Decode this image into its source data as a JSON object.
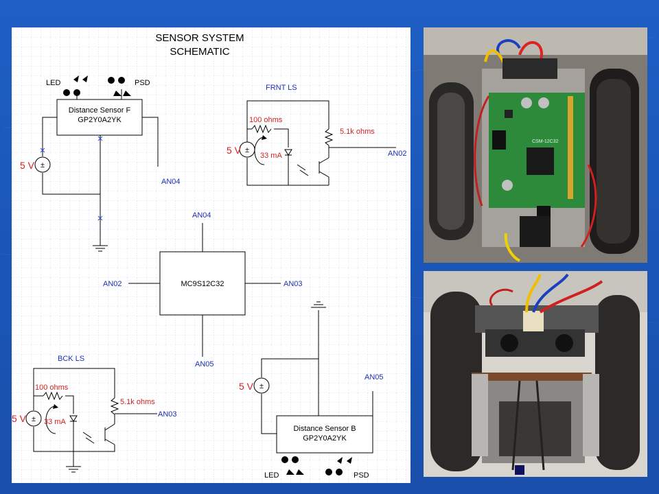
{
  "schematic": {
    "title_line1": "SENSOR SYSTEM",
    "title_line2": "SCHEMATIC",
    "front_sensor": {
      "box_line1": "Distance Sensor F",
      "box_line2": "GP2Y0A2YK",
      "led_label": "LED",
      "psd_label": "PSD",
      "supply_label": "5 V",
      "output_label": "AN04"
    },
    "front_light_sensor": {
      "title": "FRNT LS",
      "resistor1": "100 ohms",
      "resistor2": "5.1k ohms",
      "supply_label": "5 V",
      "current_label": "33 mA",
      "output_label": "AN02"
    },
    "mcu": {
      "name": "MC9S12C32",
      "top_pin": "AN04",
      "left_pin": "AN02",
      "right_pin": "AN03",
      "bottom_pin": "AN05"
    },
    "back_light_sensor": {
      "title": "BCK LS",
      "resistor1": "100 ohms",
      "resistor2": "5.1k ohms",
      "supply_label": "5 V",
      "current_label": "33 mA",
      "output_label": "AN03"
    },
    "back_sensor": {
      "box_line1": "Distance Sensor B",
      "box_line2": "GP2Y0A2YK",
      "led_label": "LED",
      "psd_label": "PSD",
      "supply_label": "5 V",
      "output_label": "AN05"
    }
  },
  "photos": {
    "board_label": "CSM-12C32"
  }
}
